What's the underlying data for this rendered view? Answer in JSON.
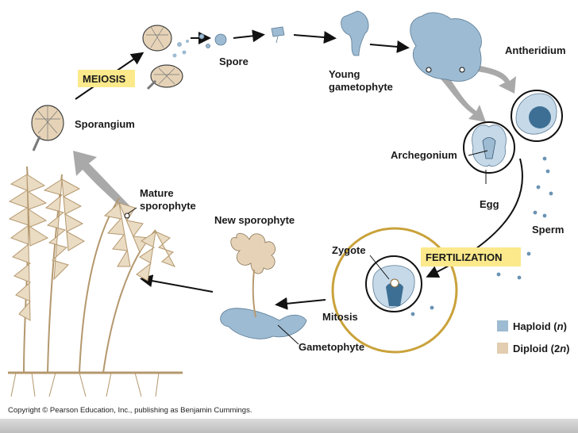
{
  "labels": {
    "meiosis": "MEIOSIS",
    "spore": "Spore",
    "young_line1": "Young",
    "young_line2": "gametophyte",
    "antheridium": "Antheridium",
    "sporangium": "Sporangium",
    "archegonium": "Archegonium",
    "egg": "Egg",
    "mature_line1": "Mature",
    "mature_line2": "sporophyte",
    "new_sporophyte": "New sporophyte",
    "sperm": "Sperm",
    "zygote": "Zygote",
    "fertilization": "FERTILIZATION",
    "mitosis": "Mitosis",
    "gametophyte": "Gametophyte"
  },
  "legend": {
    "haploid": "Haploid (",
    "haploid_n": "n",
    "haploid_close": ")",
    "diploid": "Diploid (2",
    "diploid_n": "n",
    "diploid_close": ")"
  },
  "copyright": "Copyright © Pearson Education, Inc., publishing as Benjamin Cummings.",
  "colors": {
    "haploid": "#9dbbd2",
    "diploid": "#e3cdb0",
    "highlight": "#fbe98b",
    "circle": "#c9a23a"
  }
}
